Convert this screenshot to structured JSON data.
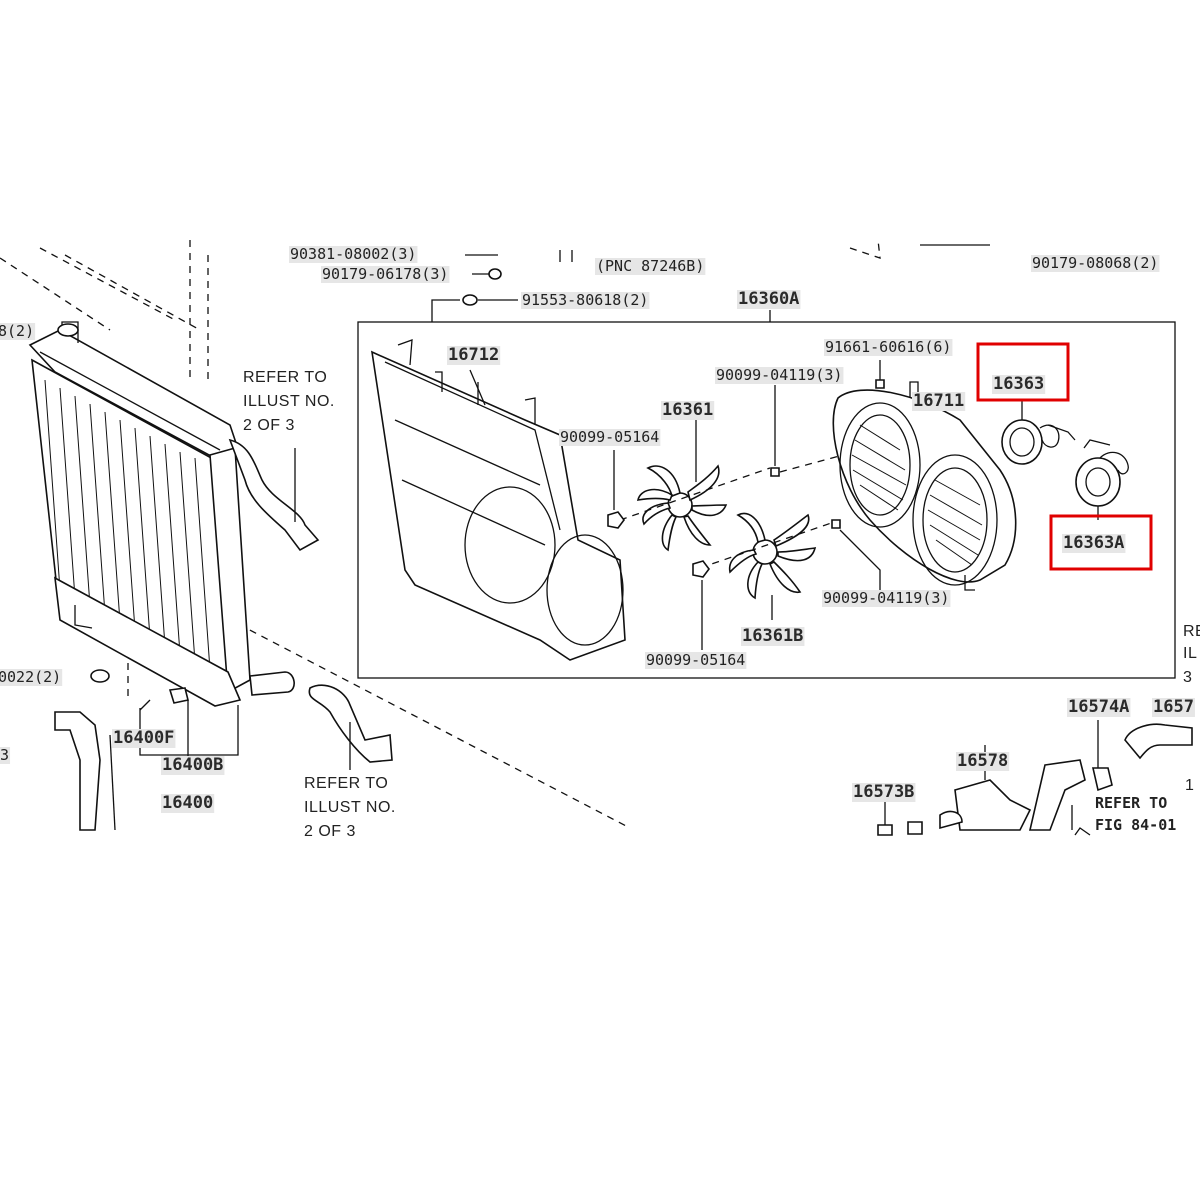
{
  "labels": {
    "top_partial_1": "90381-08002(3)",
    "top_partial_2": "90179-06178(3)",
    "pnc": "(PNC 87246B)",
    "top_right": "90179-08068(2)",
    "bolt_91553": "91553-80618(2)",
    "assembly": "16360A",
    "left_edge_1": "8(2)",
    "shroud": "16712",
    "bolt_91661": "91661-60616(6)",
    "bolt_90099_top": "90099-04119(3)",
    "motor_1": "16363",
    "fan_1": "16361",
    "nut_1": "90099-05164",
    "shroud_2": "16711",
    "motor_2": "16363A",
    "fan_2": "16361B",
    "nut_2": "90099-05164",
    "bolt_90099_bottom": "90099-04119(3)",
    "left_edge_2": "0022(2)",
    "left_edge_3": "3",
    "drain": "16400F",
    "radiator_b": "16400B",
    "radiator": "16400",
    "hose_a": "16574A",
    "hose_b_partial": "1657",
    "outlet": "16578",
    "inlet": "16573B",
    "right_partial_1": "RE",
    "right_partial_2": "IL",
    "right_partial_3": "3",
    "right_partial_4": "1"
  },
  "notes": {
    "refer_upper_1": "REFER TO",
    "refer_upper_2": "ILLUST NO.",
    "refer_upper_3": "2 OF 3",
    "refer_lower_1": "REFER TO",
    "refer_lower_2": "ILLUST NO.",
    "refer_lower_3": "2 OF 3",
    "refer_fig_1": "REFER TO",
    "refer_fig_2": "FIG  84-01"
  },
  "highlights": [
    "16363",
    "16363A"
  ],
  "colors": {
    "highlight": "#e00000",
    "line": "#111111",
    "label_bg": "#e6e6e6"
  }
}
